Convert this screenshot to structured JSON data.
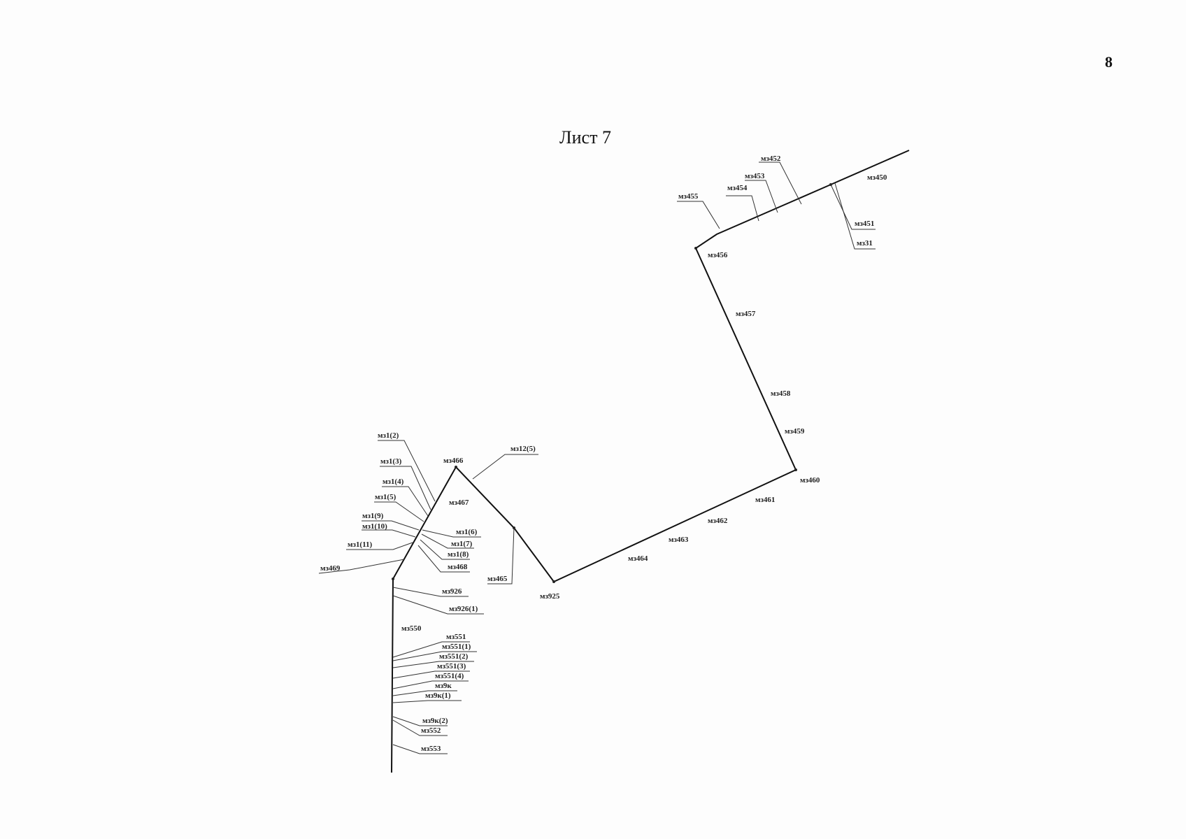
{
  "page_number": "8",
  "sheet_title": "Лист 7",
  "route_labels": {
    "m450": "мз450",
    "m456": "мз456",
    "m457": "мз457",
    "m458": "мз458",
    "m459": "мз459",
    "m460": "мз460",
    "m461": "мз461",
    "m462": "мз462",
    "m463": "мз463",
    "m464": "мз464",
    "m925": "мз925",
    "m466": "мз466",
    "m467": "мз467",
    "m550": "мз550"
  },
  "callout_labels": {
    "m452": "мз452",
    "m453": "мз453",
    "m454": "мз454",
    "m455": "мз455",
    "m451": "мз451",
    "m31": "мз31",
    "m12_5": "мз12(5)",
    "m465": "мз465",
    "m1_2": "мз1(2)",
    "m1_3": "мз1(3)",
    "m1_4": "мз1(4)",
    "m1_5": "мз1(5)",
    "m1_9": "мз1(9)",
    "m1_10": "мз1(10)",
    "m1_11": "мз1(11)",
    "m1_6": "мз1(6)",
    "m1_7": "мз1(7)",
    "m1_8": "мз1(8)",
    "m468": "мз468",
    "m469": "мз469",
    "m926": "мз926",
    "m926_1": "мз926(1)",
    "m551": "мз551",
    "m551_1": "мз551(1)",
    "m551_2": "мз551(2)",
    "m551_3": "мз551(3)",
    "m551_4": "мз551(4)",
    "m9k": "мз9к",
    "m9k_1": "мз9к(1)",
    "m9k_2": "мз9к(2)",
    "m552": "мз552",
    "m553": "мз553"
  }
}
